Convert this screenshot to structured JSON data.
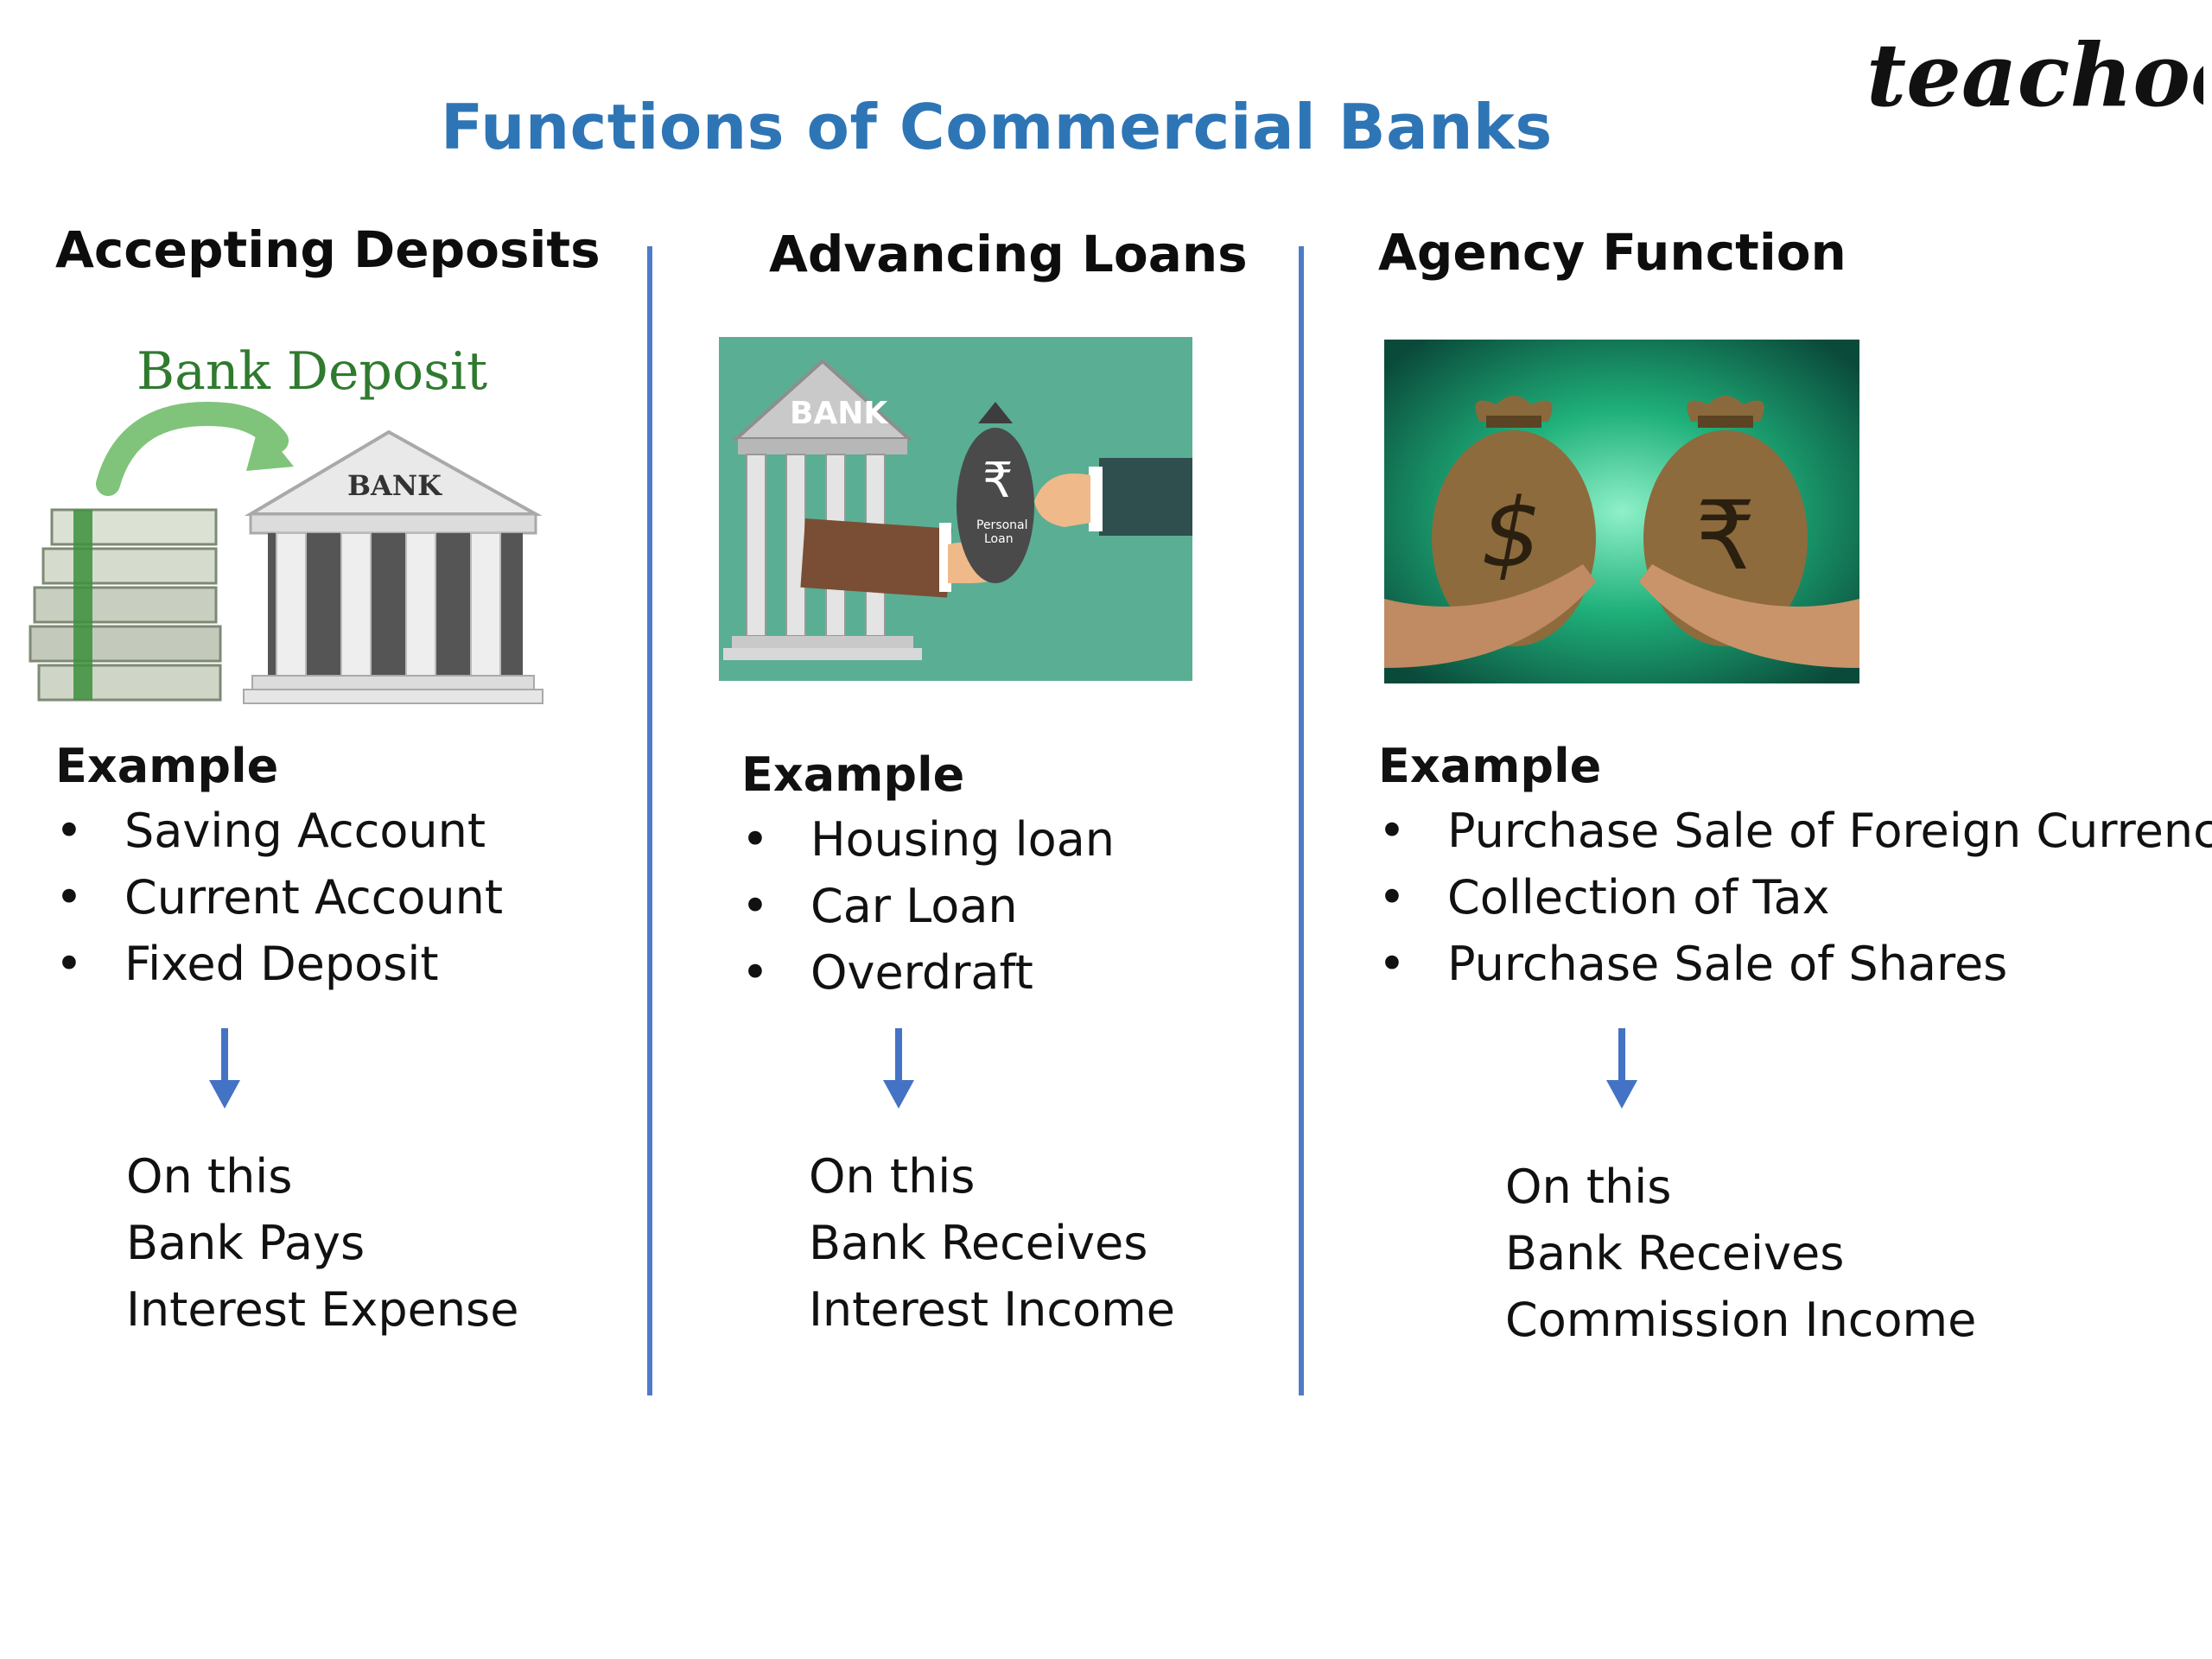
{
  "brand": {
    "logo_text": "teachoo"
  },
  "page_title": "Functions of Commercial Banks",
  "colors": {
    "title": "#2e75b6",
    "divider": "#4f7cc8",
    "arrow": "#4472c4"
  },
  "columns": [
    {
      "heading": "Accepting Deposits",
      "image": {
        "caption": "Bank Deposit",
        "bank_label": "BANK",
        "icon": "bank-deposit-illustration"
      },
      "example_label": "Example",
      "examples": [
        "Saving Account",
        "Current Account",
        "Fixed Deposit"
      ],
      "result": [
        "On this",
        "Bank Pays",
        "Interest Expense"
      ]
    },
    {
      "heading": "Advancing Loans",
      "image": {
        "bank_label": "BANK",
        "bag_label_1": "Personal",
        "bag_label_2": "Loan",
        "currency": "₹",
        "icon": "personal-loan-illustration"
      },
      "example_label": "Example",
      "examples": [
        "Housing loan",
        "Car Loan",
        "Overdraft"
      ],
      "result": [
        "On this",
        "Bank Receives",
        "Interest Income"
      ]
    },
    {
      "heading": "Agency Function",
      "image": {
        "currency_left": "$",
        "currency_right": "₹",
        "icon": "currency-exchange-illustration"
      },
      "example_label": "Example",
      "examples": [
        "Purchase Sale of Foreign Currency",
        "Collection of Tax",
        "Purchase Sale of Shares"
      ],
      "result": [
        "On this",
        "Bank Receives",
        "Commission Income"
      ]
    }
  ]
}
